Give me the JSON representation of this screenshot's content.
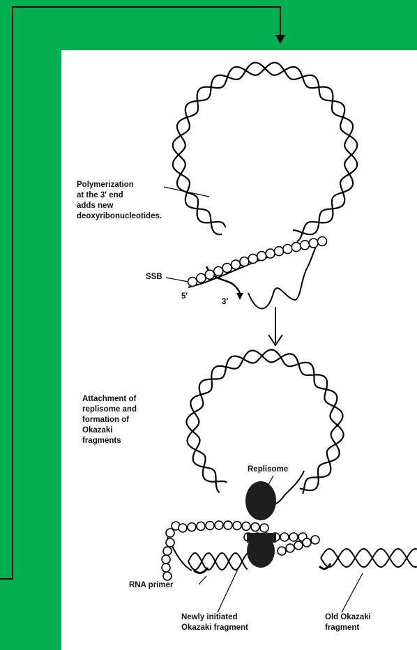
{
  "colors": {
    "background": "#00b050",
    "panel": "#ffffff",
    "ink": "#111111"
  },
  "top_stage": {
    "polymerization_label": "Polymerization\nat the 3′ end\nadds new\ndeoxyribonucleotides.",
    "three_prime_label": "3′",
    "ssb_label": "SSB",
    "five_prime_label": "5′"
  },
  "bottom_stage": {
    "attachment_label": "Attachment of\nreplisome and\nformation of\nOkazaki\nfragments",
    "replisome_label": "Replisome",
    "rna_primer_label": "RNA primer",
    "new_okazaki_label": "Newly initiated\nOkazaki fragment",
    "old_okazaki_label": "Old Okazaki\nfragment"
  }
}
